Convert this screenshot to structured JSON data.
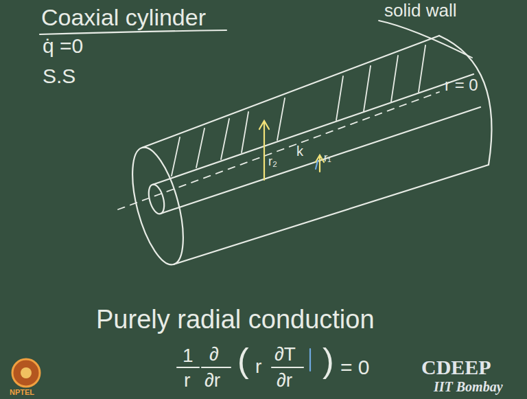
{
  "diagram": {
    "title": "Coaxial cylinder",
    "labels": [
      "q̇ =0",
      "S.S",
      "solid wall",
      "r = 0",
      "r₂",
      "k",
      "r₁",
      "Purely radial conduction",
      "1",
      "r",
      "∂",
      "∂r",
      "(",
      "r",
      "∂T",
      "∂r",
      ")",
      "= 0",
      "CDEEP",
      "IIT Bombay",
      "NPTEL"
    ]
  }
}
